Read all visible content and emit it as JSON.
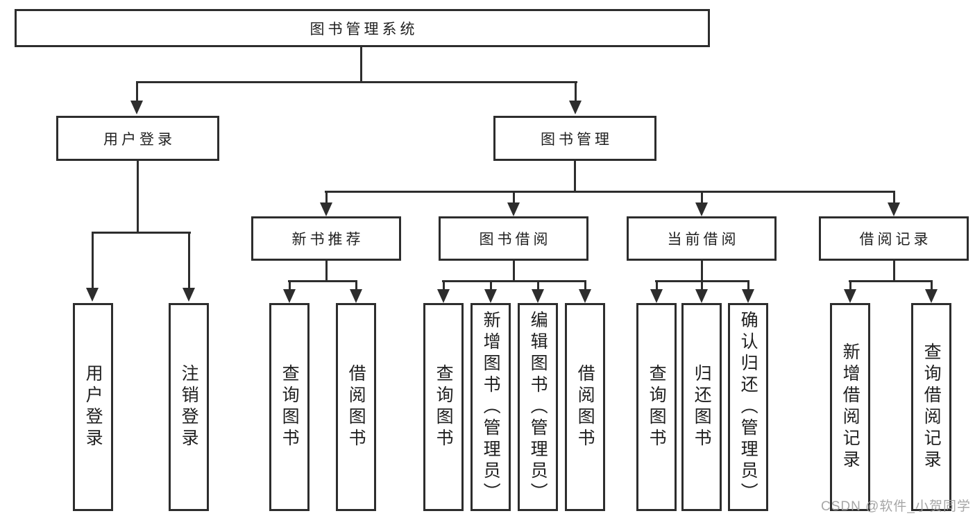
{
  "diagram": {
    "title": "图书管理系统",
    "branches": [
      {
        "label": "用户登录",
        "children": [
          "用户登录",
          "注销登录"
        ]
      },
      {
        "label": "图书管理",
        "sections": [
          {
            "label": "新书推荐",
            "children": [
              "查询图书",
              "借阅图书"
            ]
          },
          {
            "label": "图书借阅",
            "children": [
              "查询图书",
              "新增图书（管理员）",
              "编辑图书（管理员）",
              "借阅图书"
            ]
          },
          {
            "label": "当前借阅",
            "children": [
              "查询图书",
              "归还图书",
              "确认归还（管理员）"
            ]
          },
          {
            "label": "借阅记录",
            "children": [
              "新增借阅记录",
              "查询借阅记录"
            ]
          }
        ]
      }
    ]
  },
  "watermark": {
    "text": "CSDN @软件_小贺同学"
  },
  "colors": {
    "line": "#2d2d2d",
    "text": "#1f1f1f",
    "background": "#ffffff",
    "watermark": "#9e9e9e"
  }
}
